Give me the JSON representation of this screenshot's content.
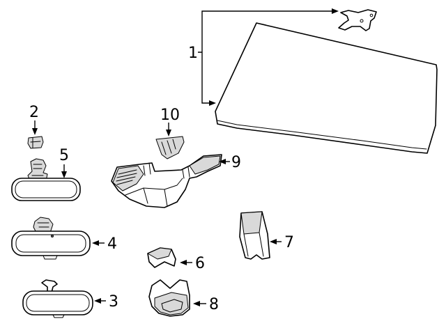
{
  "callouts": [
    {
      "number": "1"
    },
    {
      "number": "2"
    },
    {
      "number": "3"
    },
    {
      "number": "4"
    },
    {
      "number": "5"
    },
    {
      "number": "6"
    },
    {
      "number": "7"
    },
    {
      "number": "8"
    },
    {
      "number": "9"
    },
    {
      "number": "10"
    }
  ],
  "colors": {
    "line": "#000000",
    "background": "#ffffff",
    "shading": "#d9d9d9"
  }
}
